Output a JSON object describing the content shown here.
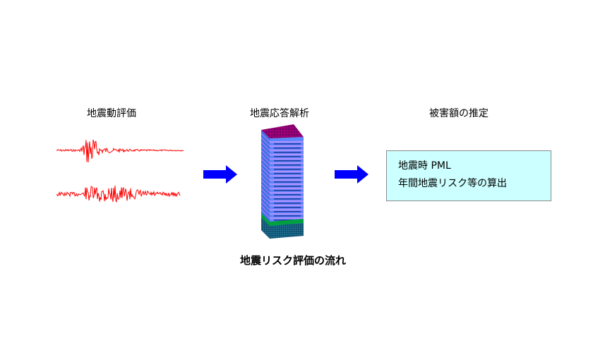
{
  "diagram": {
    "caption": "地震リスク評価の流れ",
    "steps": [
      {
        "title": "地震動評価",
        "visual": "seismic-waveforms"
      },
      {
        "title": "地震応答解析",
        "visual": "building-model"
      },
      {
        "title": "被害額の推定",
        "visual": "result-box"
      }
    ],
    "result_lines": [
      "地震時 PML",
      "年間地震リスク等の算出"
    ],
    "arrows": [
      "right-arrow",
      "right-arrow"
    ],
    "colors": {
      "waveform": "#ff0000",
      "arrow": "#0000ff",
      "building_walls": "#4d7fff",
      "building_roof": "#990066",
      "building_base": "#008040",
      "result_box_fill": "#ccffff"
    }
  }
}
